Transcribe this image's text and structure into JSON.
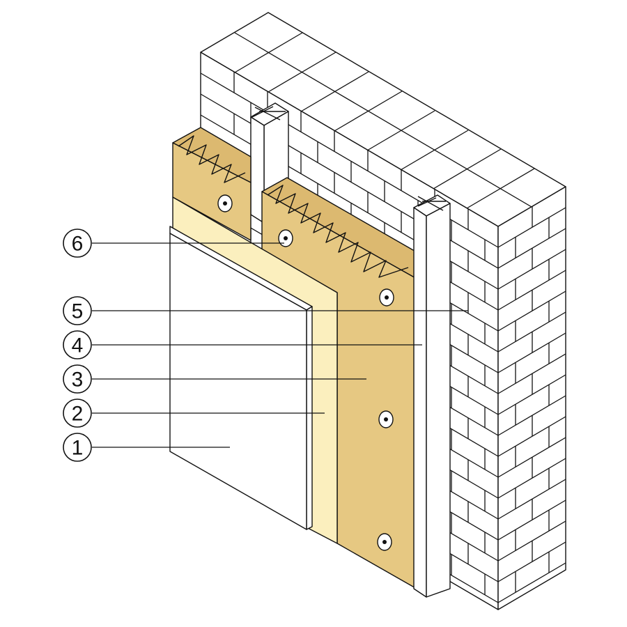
{
  "colors": {
    "background": "#ffffff",
    "line": "#111111",
    "brick_face": "#ffffff",
    "insulation": "#e6c882",
    "insulation_top": "#dcb970",
    "vapor_layer": "#fbefbe",
    "panel": "#ffffff",
    "batten": "#ffffff",
    "fastener": "#ffffff"
  },
  "layers": [
    {
      "id": "1",
      "icon": "panel-board"
    },
    {
      "id": "2",
      "icon": "membrane-layer"
    },
    {
      "id": "3",
      "icon": "insulation-slab"
    },
    {
      "id": "4",
      "icon": "wood-batten"
    },
    {
      "id": "5",
      "icon": "brick-wall"
    },
    {
      "id": "6",
      "icon": "insulation-dowel"
    }
  ]
}
